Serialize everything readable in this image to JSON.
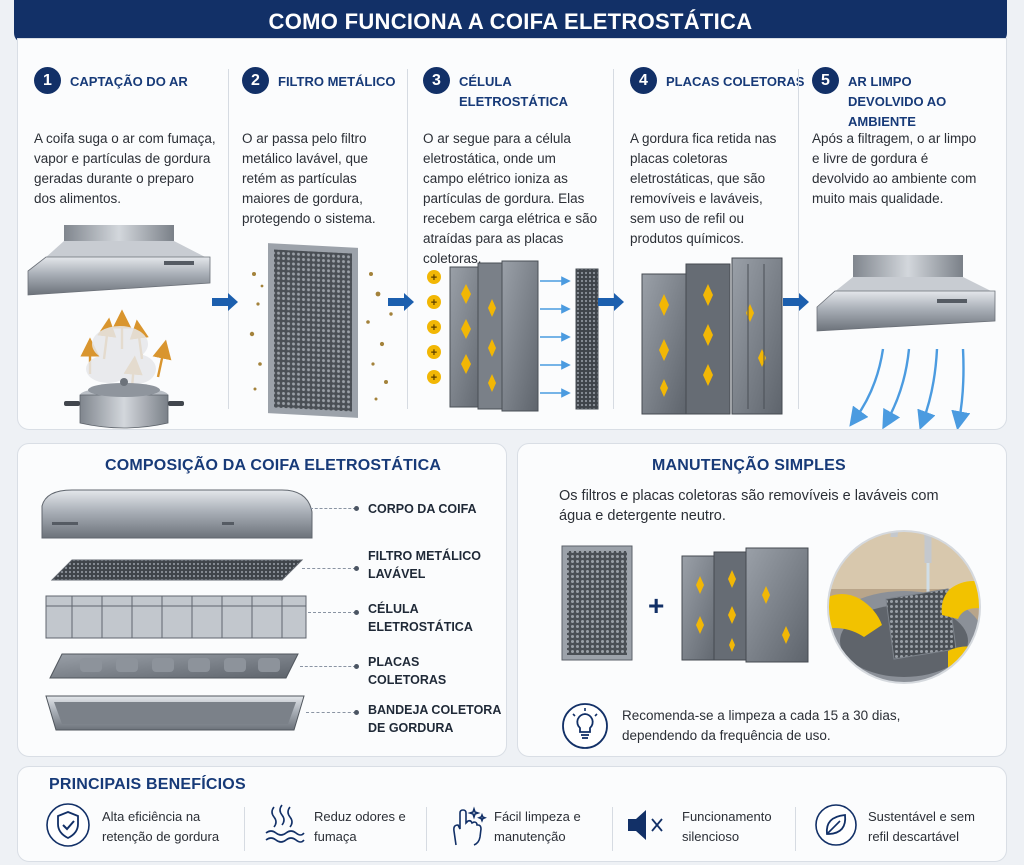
{
  "header": {
    "title": "COMO FUNCIONA A COIFA ELETROSTÁTICA"
  },
  "steps": [
    {
      "number": "1",
      "title": "CAPTAÇÃO DO AR",
      "text": "A coifa suga o ar com fumaça, vapor e partículas de gordura geradas durante o preparo dos alimentos."
    },
    {
      "number": "2",
      "title": "FILTRO METÁLICO",
      "text": "O ar passa pelo filtro metálico lavável, que retém as partículas maiores de gordura, protegendo o sistema."
    },
    {
      "number": "3",
      "title": "CÉLULA ELETROSTÁTICA",
      "text": "O ar segue para a célula eletrostática, onde um campo elétrico ioniza as partículas de gordura. Elas recebem carga elétrica e são atraídas para as placas coletoras."
    },
    {
      "number": "4",
      "title": "PLACAS COLETORAS",
      "text": "A gordura fica retida nas placas coletoras eletrostáticas, que são removíveis e laváveis, sem uso de refil ou produtos químicos."
    },
    {
      "number": "5",
      "title": "AR LIMPO DEVOLVIDO AO AMBIENTE",
      "text": "Após a filtragem, o ar limpo e livre de gordura é devolvido ao ambiente com muito mais qualidade."
    }
  ],
  "composition": {
    "title": "COMPOSIÇÃO DA COIFA ELETROSTÁTICA",
    "parts": [
      {
        "label": "CORPO DA COIFA"
      },
      {
        "label": "FILTRO METÁLICO LAVÁVEL"
      },
      {
        "label": "CÉLULA ELETROSTÁTICA"
      },
      {
        "label": "PLACAS COLETORAS"
      },
      {
        "label": "BANDEJA COLETORA DE GORDURA"
      }
    ]
  },
  "maintenance": {
    "title": "MANUTENÇÃO SIMPLES",
    "text": "Os filtros e placas coletoras são removíveis e laváveis com água e detergente neutro.",
    "plus": "+",
    "tip": "Recomenda-se a limpeza a cada 15 a 30 dias, dependendo da frequência de uso.",
    "tip_icon": "lightbulb-icon"
  },
  "benefits": {
    "title": "PRINCIPAIS BENEFÍCIOS",
    "items": [
      {
        "icon": "shield-check-icon",
        "text": "Alta eficiência na retenção de gordura"
      },
      {
        "icon": "odor-waves-icon",
        "text": "Reduz odores e fumaça"
      },
      {
        "icon": "hand-sparkle-icon",
        "text": "Fácil limpeza e manutenção"
      },
      {
        "icon": "speaker-mute-icon",
        "text": "Funcionamento silencioso"
      },
      {
        "icon": "leaf-icon",
        "text": "Sustentável e sem refil descartável"
      }
    ]
  },
  "colors": {
    "navy": "#123067",
    "title_blue": "#173a78",
    "arrow_blue": "#1c5fae",
    "grease_yellow": "#f2b705",
    "smoke_orange": "#d9952e",
    "air_blue": "#4b9be0"
  }
}
